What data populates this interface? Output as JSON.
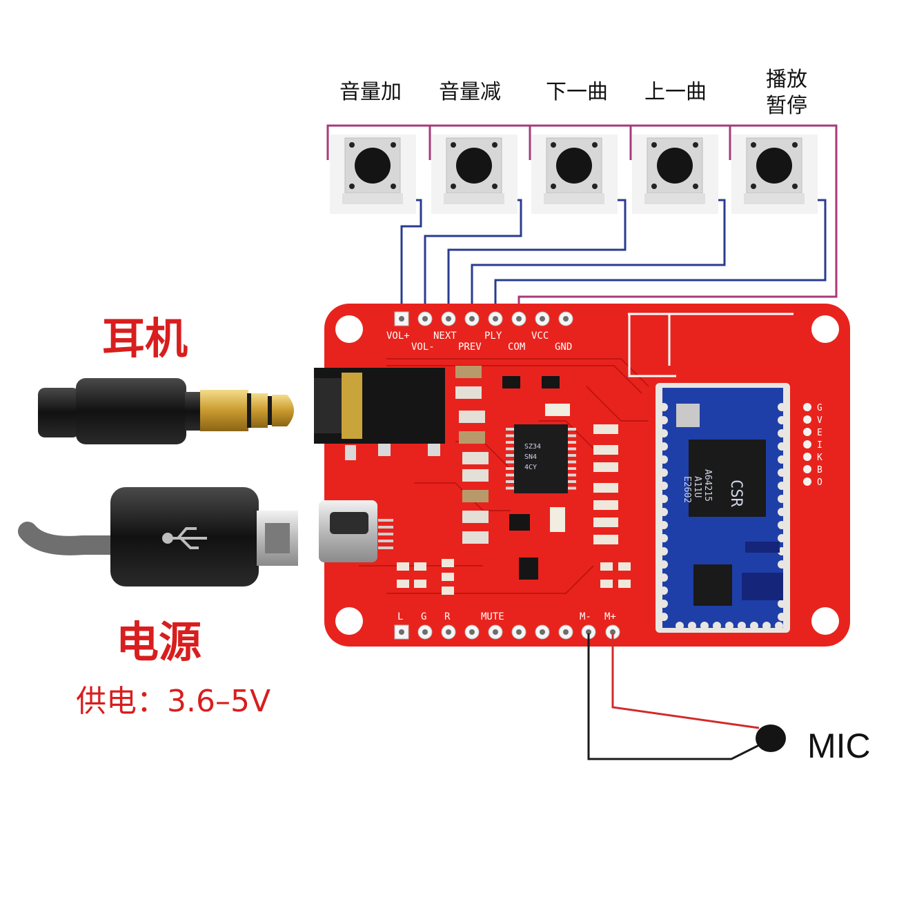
{
  "buttons": [
    {
      "label": "音量加"
    },
    {
      "label": "音量减"
    },
    {
      "label": "下一曲"
    },
    {
      "label": "上一曲"
    },
    {
      "label": "播放\n暂停"
    }
  ],
  "left_labels": {
    "headphone": "耳机",
    "power": "电源",
    "supply": "供电：3.6–5V"
  },
  "mic_label": "MIC",
  "pins_top_row1": [
    "VOL+",
    "NEXT",
    "PLY",
    "VCC"
  ],
  "pins_top_row2": [
    "VOL-",
    "PREV",
    "COM",
    "GND"
  ],
  "pins_bottom": [
    "L",
    "G",
    "R",
    "MUTE",
    "M-",
    "M+"
  ],
  "side_pins": "GVEIKBO",
  "chip_main": "CSR",
  "chip_main_sub": [
    "A64215",
    "A11U",
    "E2602"
  ],
  "colors": {
    "pcb": "#e8231d",
    "wire_blue": "#2a3b8f",
    "wire_magenta": "#a63a7a",
    "label_red": "#d81e1e",
    "module_blue": "#1f3fa8"
  }
}
